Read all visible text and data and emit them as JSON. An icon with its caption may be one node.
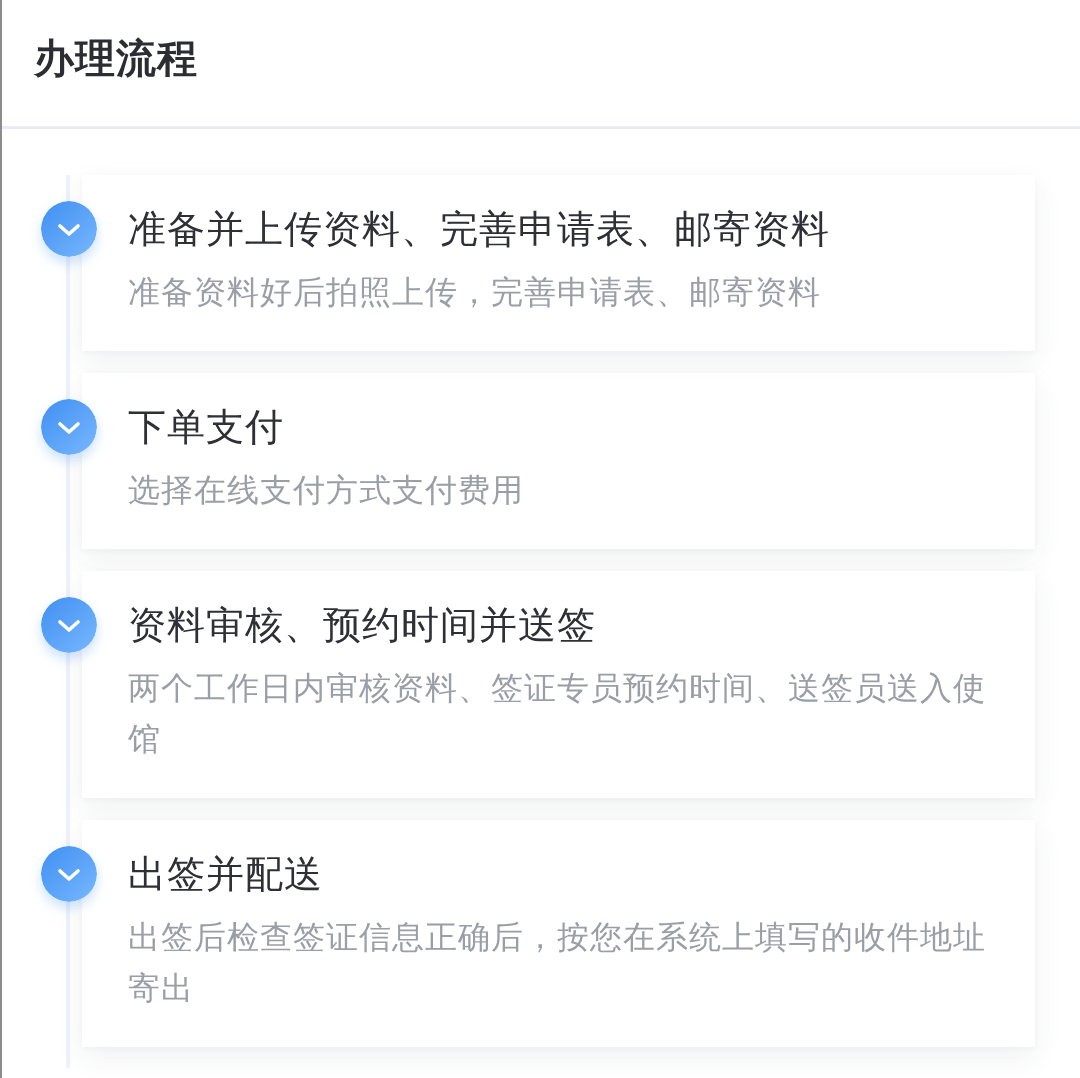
{
  "diagram": {
    "title": "办理流程",
    "nodes": [
      {
        "text": [
          "准备并上传资料、完善申请表、邮寄资料",
          "准备资料好后拍照上传，完善申请表、邮寄资料"
        ]
      },
      {
        "text": [
          "下单支付",
          "选择在线支付方式支付费用"
        ]
      },
      {
        "text": [
          "资料审核、预约时间并送签",
          "两个工作日内审核资料、签证专员预约时间、送签员送入使馆"
        ]
      },
      {
        "text": [
          "出签并配送",
          "出签后检查签证信息正确后，按您在系统上填写的收件地址寄出"
        ]
      }
    ]
  }
}
